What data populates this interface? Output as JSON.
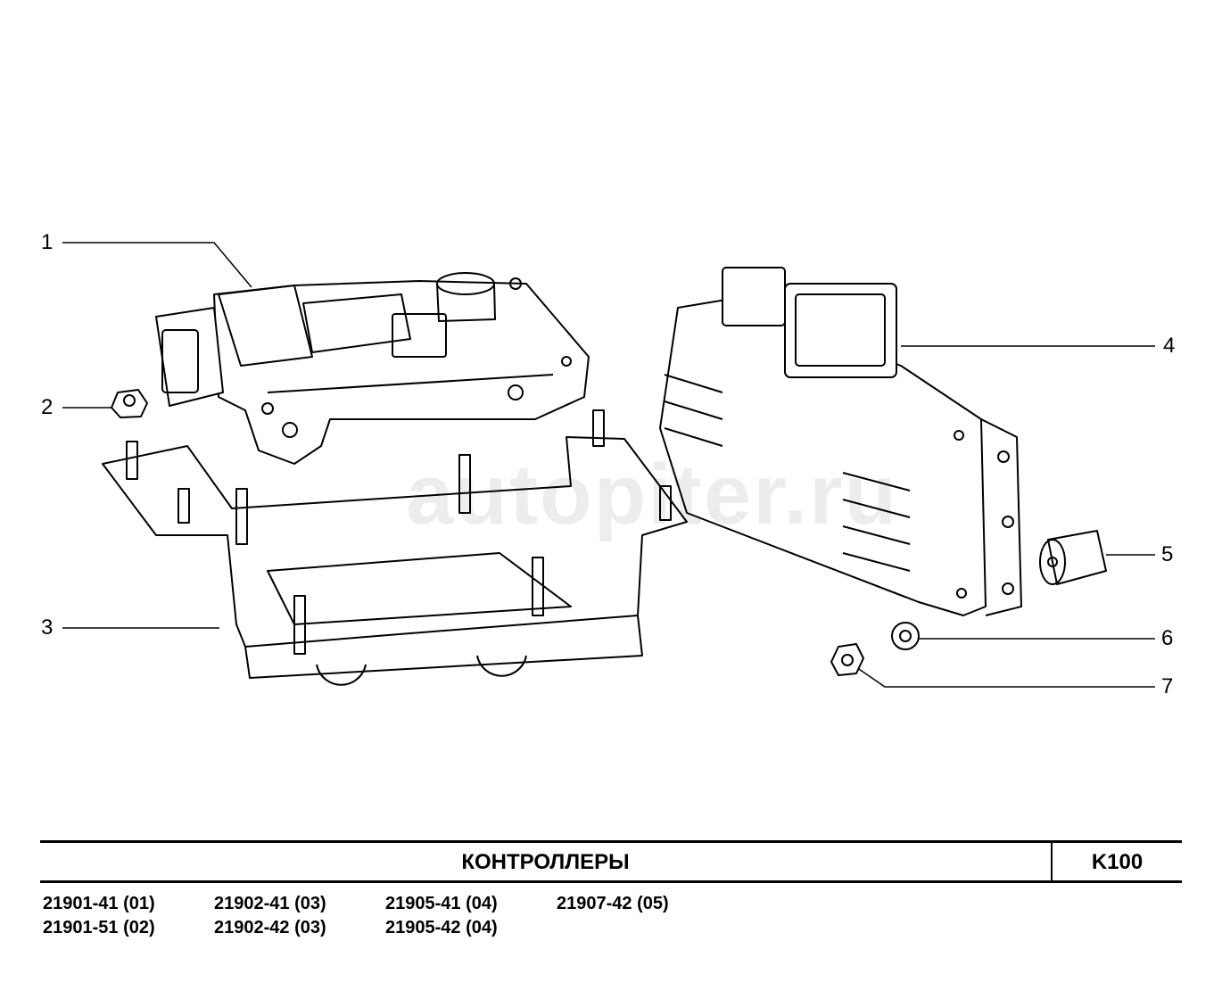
{
  "callouts": [
    "1",
    "2",
    "3",
    "4",
    "5",
    "6",
    "7"
  ],
  "watermark": "autopiter.ru",
  "title_block": {
    "title": "КОНТРОЛЛЕРЫ",
    "code": "K100"
  },
  "models": [
    [
      "21901-41 (01)",
      "21902-41 (03)",
      "21905-41 (04)",
      "21907-42 (05)"
    ],
    [
      "21901-51 (02)",
      "21902-42 (03)",
      "21905-42 (04)",
      ""
    ]
  ]
}
